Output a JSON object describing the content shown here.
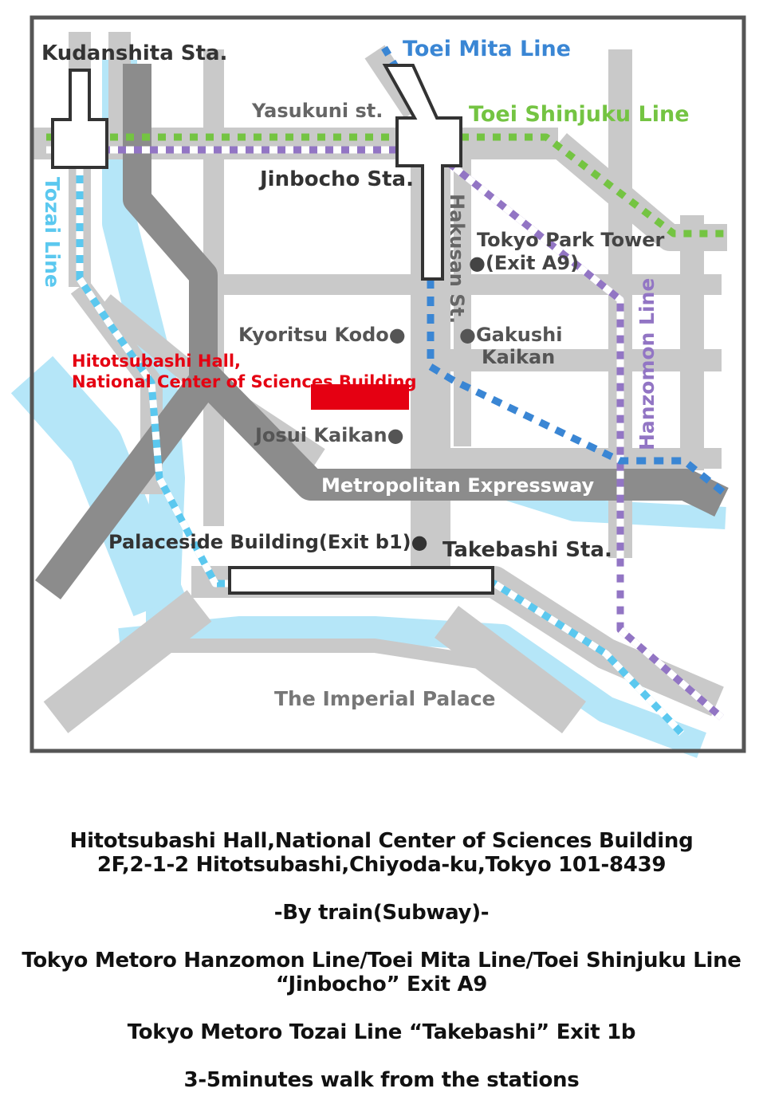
{
  "map": {
    "colors": {
      "road": "#c9c9c9",
      "expressway": "#8c8c8c",
      "river": "#b5e6f8",
      "frame": "#555555",
      "tozai": "#5bc8ef",
      "mita": "#3a86d4",
      "shinjuku": "#74c442",
      "hanzomon": "#9275c4",
      "venue": "#e50012",
      "label": "#555555",
      "station": "#333333"
    },
    "stations": {
      "kudanshita": "Kudanshita Sta.",
      "jinbocho": "Jinbocho Sta.",
      "takebashi": "Takebashi Sta."
    },
    "lines": {
      "mita": "Toei Mita Line",
      "shinjuku": "Toei Shinjuku Line",
      "tozai": "Tozai Line",
      "hanzomon": "Hanzomon Line"
    },
    "streets": {
      "yasukuni": "Yasukuni st.",
      "hakusan": "Hakusan St.",
      "expressway": "Metropolitan Expressway"
    },
    "landmarks": {
      "park_tower_1": "Tokyo Park Tower",
      "park_tower_2": "●(Exit A9)",
      "kyoritsu": "Kyoritsu Kodo●",
      "gakushi_1": "●Gakushi",
      "gakushi_2": "Kaikan",
      "josui": "Josui Kaikan●",
      "palaceside": "Palaceside Building(Exit b1)●",
      "palace": "The Imperial Palace"
    },
    "venue": {
      "line1": "Hitotsubashi Hall,",
      "line2": "National Center of Sciences Building"
    }
  },
  "info": {
    "address1": "Hitotsubashi Hall,National Center of Sciences Building",
    "address2": "2F,2-1-2 Hitotsubashi,Chiyoda-ku,Tokyo 101-8439",
    "by_train": "-By train(Subway)-",
    "route1": "Tokyo Metoro Hanzomon Line/Toei Mita Line/Toei Shinjuku Line",
    "route1_exit": "“Jinbocho”  Exit A9",
    "route2": "Tokyo Metoro Tozai Line  “Takebashi”  Exit 1b",
    "walk": "3-5minutes walk from the stations"
  }
}
